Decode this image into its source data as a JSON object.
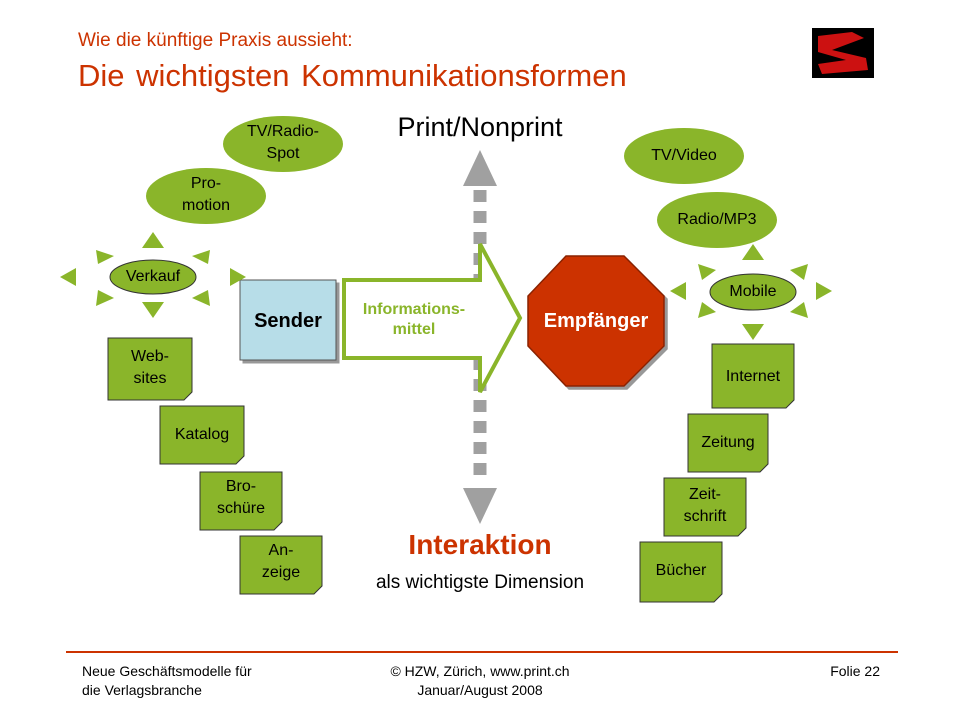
{
  "header": {
    "subtitle": "Wie die künftige Praxis aussieht:",
    "title": "Die wichtigsten Kommunikationsformen"
  },
  "diagram": {
    "top_label": "Print/Nonprint",
    "bottom_label": "Interaktion",
    "bottom_sublabel": "als wichtigste Dimension",
    "sender": "Sender",
    "medium_line1": "Informations-",
    "medium_line2": "mittel",
    "receiver": "Empfänger",
    "left_hub": "Verkauf",
    "right_hub": "Mobile",
    "left_ovals": [
      {
        "line1": "TV/Radio-",
        "line2": "Spot"
      },
      {
        "line1": "Pro-",
        "line2": "motion"
      }
    ],
    "right_ovals": [
      "TV/Video",
      "Radio/MP3"
    ],
    "left_docs": [
      {
        "line1": "Web-",
        "line2": "sites"
      },
      {
        "line1": "Katalog",
        "line2": ""
      },
      {
        "line1": "Bro-",
        "line2": "schüre"
      },
      {
        "line1": "An-",
        "line2": "zeige"
      }
    ],
    "right_docs": [
      {
        "line1": "Internet",
        "line2": ""
      },
      {
        "line1": "Zeitung",
        "line2": ""
      },
      {
        "line1": "Zeit-",
        "line2": "schrift"
      },
      {
        "line1": "Bücher",
        "line2": ""
      }
    ]
  },
  "footer": {
    "left_line1": "Neue Geschäftsmodelle für",
    "left_line2": "die Verlagsbranche",
    "center_line1": "© HZW, Zürich, www.print.ch",
    "center_line2": "Januar/August 2008",
    "right": "Folie 22"
  },
  "colors": {
    "accent": "#cc3300",
    "green": "#8ab52a",
    "sender_fill": "#b7dde8",
    "arrow_gray": "#a0a0a0"
  }
}
